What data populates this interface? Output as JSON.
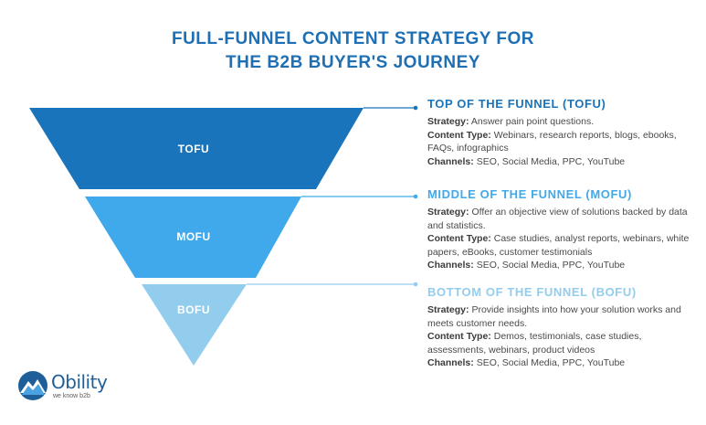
{
  "title": {
    "line1": "FULL-FUNNEL CONTENT STRATEGY FOR",
    "line2": "THE B2B BUYER'S JOURNEY"
  },
  "colors": {
    "title": "#1e6fb3",
    "tofu": "#1a74bb",
    "mofu": "#3fa9ec",
    "bofu": "#93cdee",
    "body_text": "#4a4a4a"
  },
  "stages": [
    {
      "label": "TOFU",
      "heading": "TOP OF THE FUNNEL (TOFU)",
      "strategy_label": "Strategy:",
      "strategy": "Answer pain point questions.",
      "content_label": "Content Type:",
      "content": "Webinars, research reports, blogs, ebooks, FAQs, infographics",
      "channels_label": "Channels:",
      "channels": "SEO, Social Media, PPC, YouTube"
    },
    {
      "label": "MOFU",
      "heading": "MIDDLE OF THE FUNNEL (MOFU)",
      "strategy_label": "Strategy:",
      "strategy": "Offer an objective view of solutions backed by data and statistics.",
      "content_label": "Content Type:",
      "content": "Case studies, analyst reports, webinars, white papers, eBooks, customer testimonials",
      "channels_label": "Channels:",
      "channels": "SEO, Social Media, PPC, YouTube"
    },
    {
      "label": "BOFU",
      "heading": "BOTTOM OF THE FUNNEL (BOFU)",
      "strategy_label": "Strategy:",
      "strategy": "Provide insights into how your solution works and meets customer needs.",
      "content_label": "Content Type:",
      "content": "Demos, testimonials, case studies, assessments, webinars, product videos",
      "channels_label": "Channels:",
      "channels": "SEO, Social Media, PPC, YouTube"
    }
  ],
  "logo": {
    "name": "Obility",
    "tagline": "we know b2b"
  }
}
